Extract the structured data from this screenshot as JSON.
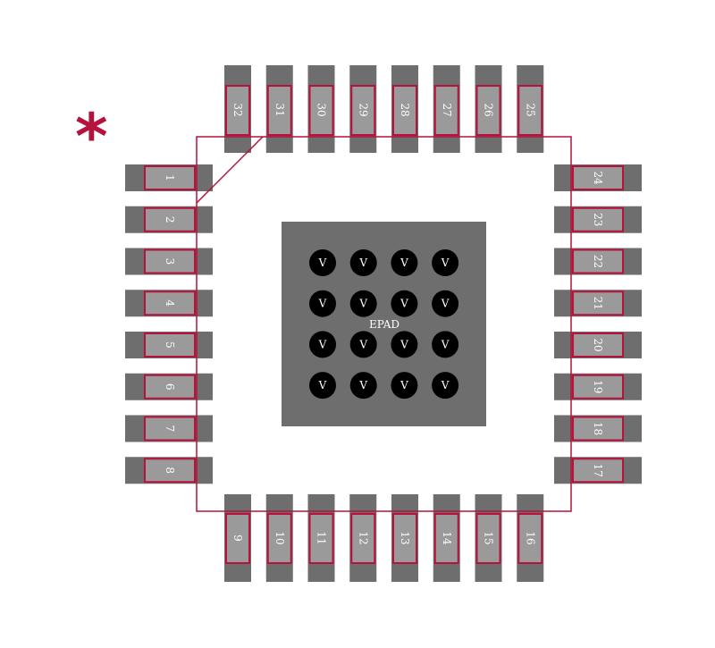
{
  "colors": {
    "background": "#ffffff",
    "land": "#6e6e6e",
    "paste": "#9a9a9a",
    "outline": "#b5123c",
    "via": "#000000",
    "text": "#ffffff"
  },
  "pin1_marker": "*",
  "exposed_pad": {
    "label": "EPAD"
  },
  "via_label": "V",
  "vias": {
    "rows": 4,
    "cols": 4
  },
  "pins": {
    "left": [
      "1",
      "2",
      "3",
      "4",
      "5",
      "6",
      "7",
      "8"
    ],
    "bottom": [
      "9",
      "10",
      "11",
      "12",
      "13",
      "14",
      "15",
      "16"
    ],
    "right": [
      "17",
      "18",
      "19",
      "20",
      "21",
      "22",
      "23",
      "24"
    ],
    "top": [
      "25",
      "26",
      "27",
      "28",
      "29",
      "30",
      "31",
      "32"
    ]
  }
}
